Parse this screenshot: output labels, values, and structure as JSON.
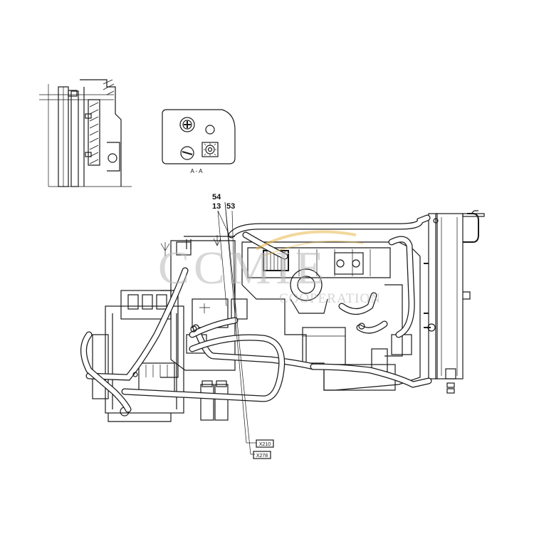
{
  "section_label": "A - A",
  "callouts": {
    "c54": "54",
    "c13": "13",
    "c53": "53"
  },
  "connectors": {
    "x210": "X210",
    "x278": "X278"
  },
  "watermark": {
    "main": "CCMIE",
    "sub": "COOPERATION"
  },
  "colors": {
    "line": "#1a1a1a",
    "watermark_gray": "#b9b9b9",
    "watermark_gold": "#e8b84a"
  }
}
